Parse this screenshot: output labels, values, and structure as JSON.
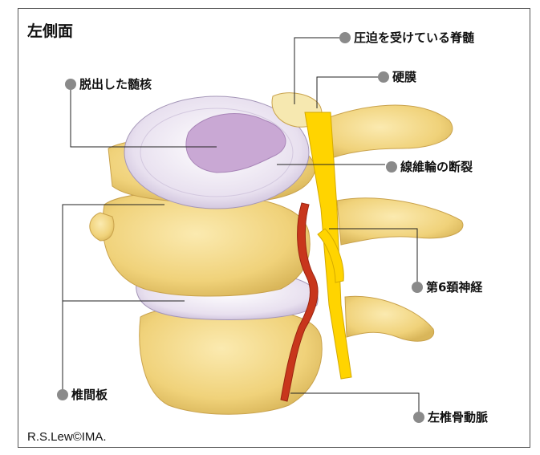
{
  "title": "左側面",
  "labels": {
    "compressed_cord": "圧迫を受けている脊髄",
    "dura": "硬膜",
    "herniated_nucleus": "脱出した髄核",
    "annulus_tear": "線維輪の断裂",
    "c6_nerve": "第6頚神経",
    "disc": "椎間板",
    "vertebral_artery": "左椎骨動脈"
  },
  "credit": "R.S.Lew©IMA.",
  "colors": {
    "bone": "#f2d98a",
    "bone_shadow": "#d9b85c",
    "disc": "#ece6f2",
    "nucleus": "#c9a8d4",
    "nerve": "#ffd400",
    "artery": "#c8361c",
    "marker": "#8a8a8a"
  }
}
